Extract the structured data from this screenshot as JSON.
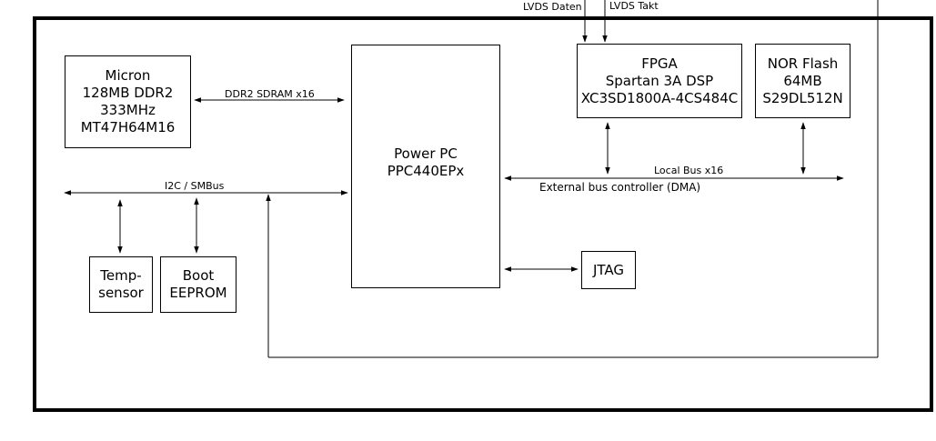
{
  "blocks": {
    "micron": [
      "Micron",
      "128MB DDR2",
      "333MHz",
      "MT47H64M16"
    ],
    "ppc": [
      "Power PC",
      "PPC440EPx"
    ],
    "fpga": [
      "FPGA",
      "Spartan 3A DSP",
      "XC3SD1800A-4CS484C"
    ],
    "nor": [
      "NOR Flash",
      "64MB",
      "S29DL512N"
    ],
    "temp": [
      "Temp-",
      "sensor"
    ],
    "boot": [
      "Boot",
      "EEPROM"
    ],
    "jtag": [
      "JTAG"
    ]
  },
  "labels": {
    "lvds_daten": "LVDS Daten",
    "lvds_takt": "LVDS Takt",
    "ddr2": "DDR2 SDRAM x16",
    "i2c": "I2C / SMBus",
    "localbus": "Local Bus x16",
    "ebc": "External bus controller (DMA)"
  }
}
